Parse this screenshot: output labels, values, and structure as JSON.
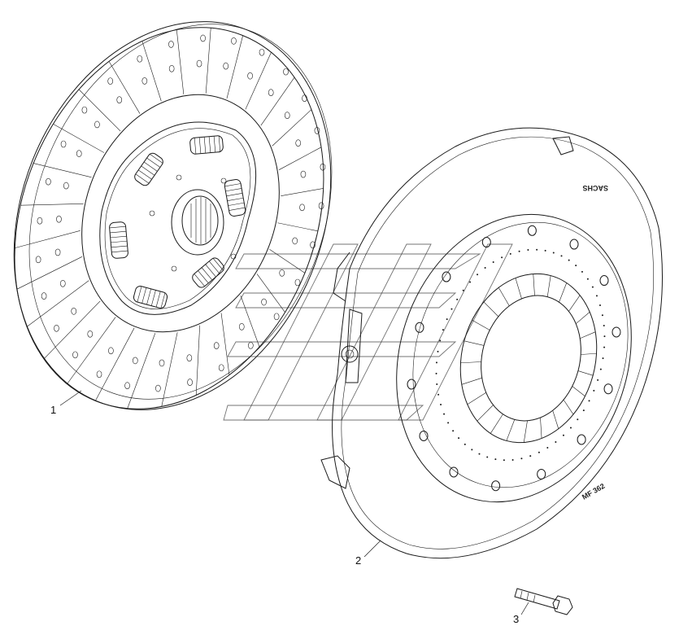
{
  "callouts": [
    {
      "id": "1",
      "label": "1"
    },
    {
      "id": "2",
      "label": "2"
    },
    {
      "id": "3",
      "label": "3"
    }
  ],
  "stamps": {
    "brand": "SACHS",
    "part_code": "MF 362"
  },
  "colors": {
    "line": "#1a1a1a",
    "background": "#ffffff",
    "watermark": "#444444"
  }
}
